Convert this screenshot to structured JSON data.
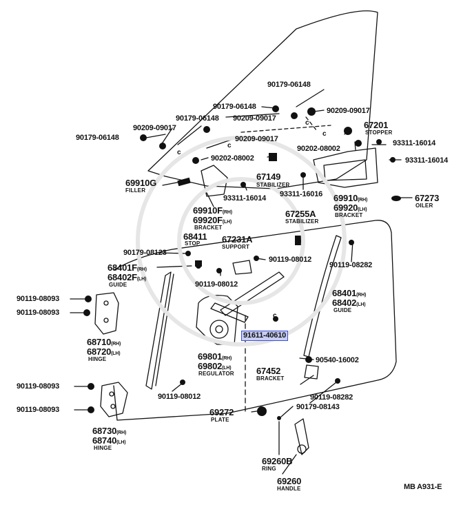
{
  "diagram": {
    "labels": {
      "p90179_06148_top": "90179-06148",
      "p90179_06148_a": "90179-06148",
      "p90209_09017_r1": "90209-09017",
      "p90179_06148_b": "90179-06148",
      "p90209_09017_c": "90209-09017",
      "p90209_09017_l": "90209-09017",
      "p90179_06148_l": "90179-06148",
      "p67201": "67201",
      "stopper": "STOPPER",
      "p90209_09017_m": "90209-09017",
      "p93311_16014_a": "93311-16014",
      "p90202_08002_r": "90202-08002",
      "p93311_16014_b": "93311-16014",
      "p90202_08002_l": "90202-08002",
      "p67149": "67149",
      "stabilizer_1": "STABILIZER",
      "p69910g": "69910G",
      "filler": "FILLER",
      "p93311_16016": "93311-16016",
      "p69910_rh": "69910",
      "p69920_lh": "69920",
      "bracket_r": "BRACKET",
      "p93311_16014_c": "93311-16014",
      "p67273": "67273",
      "oiler": "OILER",
      "p69910f": "69910F",
      "p69920f": "69920F",
      "bracket_c": "BRACKET",
      "p67255a": "67255A",
      "stabilizer_2": "STABILIZER",
      "p68411": "68411",
      "stop": "STOP",
      "p67231a": "67231A",
      "support": "SUPPORT",
      "p90179_08123": "90179-08123",
      "p90119_08012_a": "90119-08012",
      "p90119_08282_a": "90119-08282",
      "p68401f": "68401F",
      "p68402f": "68402F",
      "guide_l": "GUIDE",
      "p90119_08012_b": "90119-08012",
      "p68401": "68401",
      "p68402": "68402",
      "guide_r": "GUIDE",
      "p90119_08093_a": "90119-08093",
      "p90119_08093_b": "90119-08093",
      "p91611_40610": "91611-40610",
      "p68710": "68710",
      "p68720": "68720",
      "hinge_1": "HINGE",
      "p69801": "69801",
      "p69802": "69802",
      "regulator": "REGULATOR",
      "p90540_16002": "90540-16002",
      "p67452": "67452",
      "bracket_b": "BRACKET",
      "p90119_08093_c": "90119-08093",
      "p90119_08012_c": "90119-08012",
      "p90119_08282_b": "90119-08282",
      "p90119_08093_d": "90119-08093",
      "p69272": "69272",
      "plate": "PLATE",
      "p90179_08143": "90179-08143",
      "p68730": "68730",
      "p68740": "68740",
      "hinge_2": "HINGE",
      "p69260b": "69260B",
      "ring": "RING",
      "p69260": "69260",
      "handle": "HANDLE",
      "code": "MB A931-E"
    },
    "suffixes": {
      "rh": "(RH)",
      "lh": "(LH)"
    },
    "callout_letter": "c",
    "highlight_color": "#c7cdf3",
    "highlight_border": "#3b4fd6",
    "line_color": "#111111"
  }
}
